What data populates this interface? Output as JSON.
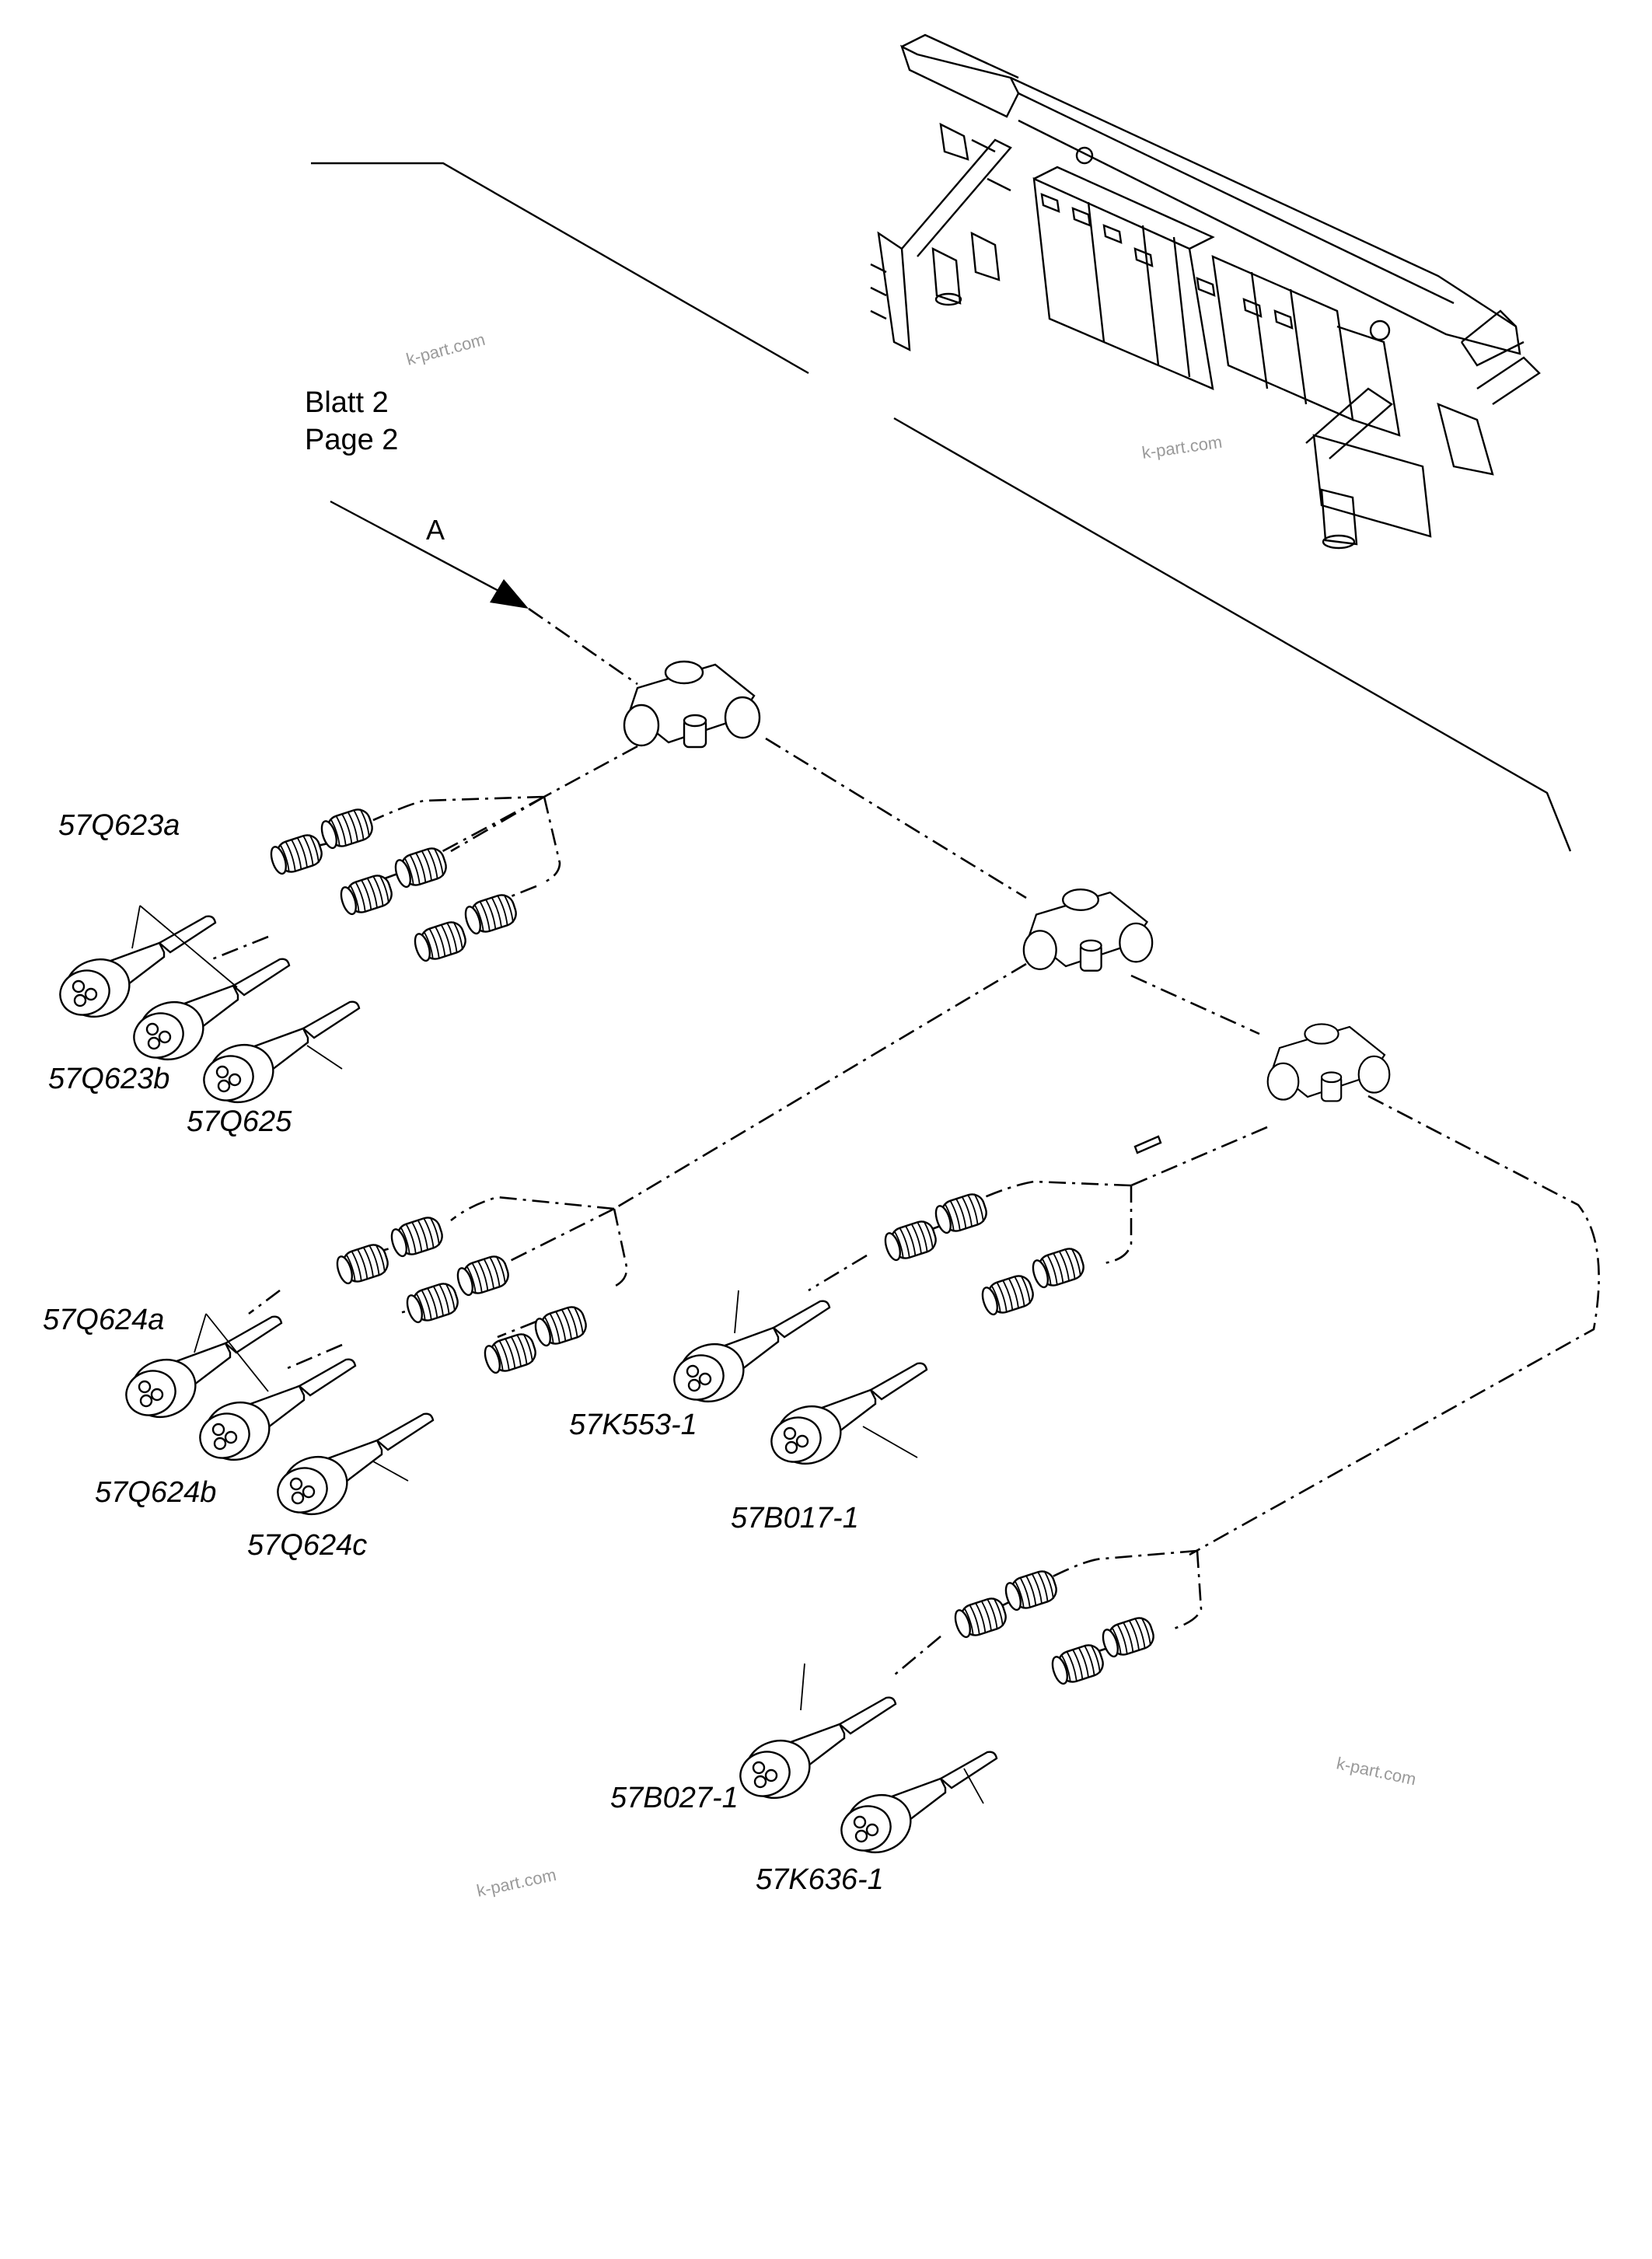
{
  "sheet": {
    "line1": "Blatt 2",
    "line2": "Page 2"
  },
  "view_label": "A",
  "labels": {
    "q623a": "57Q623a",
    "q623b": "57Q623b",
    "q625": "57Q625",
    "q624a": "57Q624a",
    "q624b": "57Q624b",
    "q624c": "57Q624c",
    "k553": "57K553-1",
    "b017": "57B017-1",
    "b027": "57B027-1",
    "k636": "57K636-1"
  },
  "watermarks": [
    "k-part.com",
    "k-part.com",
    "k-part.com",
    "k-part.com"
  ]
}
